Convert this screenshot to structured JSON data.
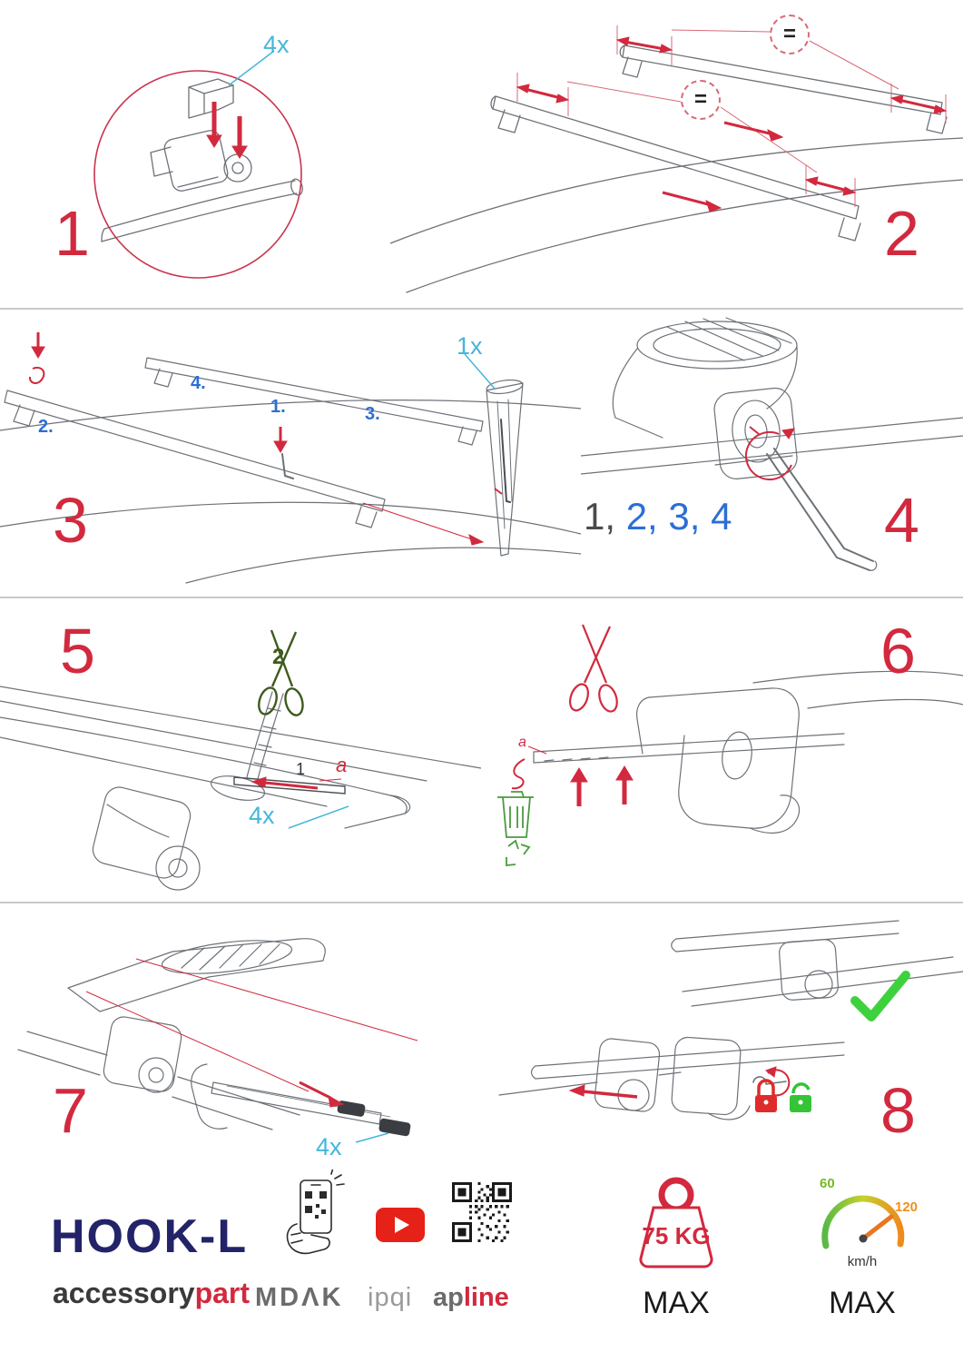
{
  "colors": {
    "accent_red": "#d2293e",
    "accent_cyan": "#45b6da",
    "accent_blue": "#2b6fd4",
    "accent_green": "#3ed13e",
    "brand_navy": "#232369"
  },
  "steps": {
    "s1": {
      "number": "1",
      "qty": "4x"
    },
    "s2": {
      "number": "2",
      "eq1": "=",
      "eq2": "="
    },
    "s3": {
      "number": "3",
      "qty": "1x",
      "label1": "1.",
      "label2": "2.",
      "label3": "3.",
      "label4": "4."
    },
    "s4": {
      "number": "4",
      "seq_done": "1,",
      "seq_todo": " 2, 3, 4"
    },
    "s5": {
      "number": "5",
      "cut_label": "2",
      "insert_label": "1",
      "strip_label": "a",
      "qty": "4x"
    },
    "s6": {
      "number": "6",
      "strip_label": "a"
    },
    "s7": {
      "number": "7",
      "qty": "4x"
    },
    "s8": {
      "number": "8"
    }
  },
  "footer": {
    "product": "HOOK-L",
    "brand_gray": "accessory",
    "brand_red": "part",
    "logo_mdak": "MDΛK",
    "logo_ipqi": "ipqi",
    "logo_ap_gray": "ap",
    "logo_ap_red": "line",
    "weight_value": "75 KG",
    "weight_max": "MAX",
    "speed_low": "60",
    "speed_high": "120",
    "speed_unit": "km/h",
    "speed_max": "MAX"
  }
}
